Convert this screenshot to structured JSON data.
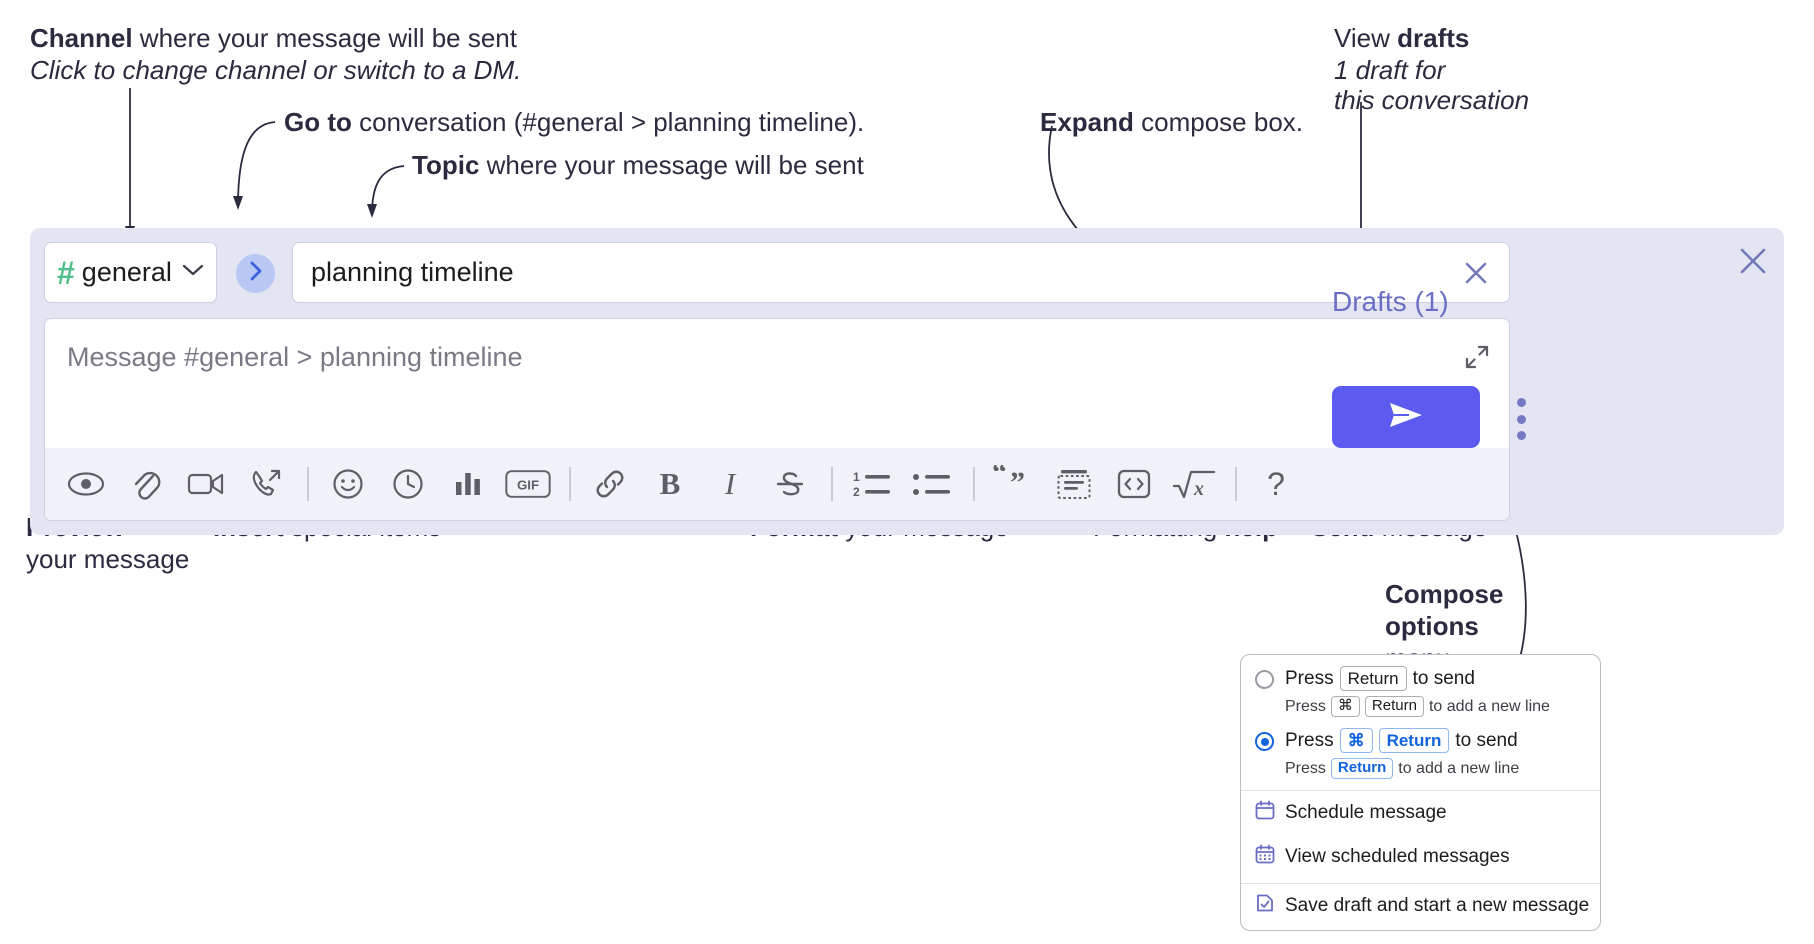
{
  "annotations": {
    "channel": {
      "line1_bold": "Channel",
      "line1_rest": " where your message will be sent",
      "line2_italic": "Click to change channel or switch to a DM."
    },
    "goto": {
      "bold": "Go to",
      "rest": " conversation (#general > planning timeline)."
    },
    "topic": {
      "bold": "Topic",
      "rest": " where your message will be sent"
    },
    "expand": {
      "bold": "Expand",
      "rest": " compose box."
    },
    "drafts": {
      "line1_rest": "View ",
      "line1_bold": "drafts",
      "line2_italic": "1 draft for",
      "line3_italic": "this conversation"
    },
    "preview": {
      "bold": "Preview",
      "line2": "your message"
    },
    "insert": {
      "bold": "Insert",
      "rest": " special items"
    },
    "format": {
      "bold": "Format",
      "rest": " your message"
    },
    "help": {
      "rest": "Formatting ",
      "bold": "help"
    },
    "send": {
      "bold": "Send",
      "rest": " message"
    },
    "compose_options": {
      "line1": "Compose",
      "line2": "options",
      "line3": "menu"
    }
  },
  "compose": {
    "channel": {
      "hash": "#",
      "name": "general",
      "chevron_icon": "chevron-down-icon"
    },
    "goto_button": {
      "icon": "chevron-right-icon"
    },
    "topic": {
      "value": "planning timeline",
      "clear_icon": "close-icon"
    },
    "message": {
      "placeholder": "Message #general > planning timeline",
      "expand_icon": "expand-icon"
    },
    "drafts_label": "Drafts (1)",
    "close_icon": "close-icon",
    "send_button": {
      "icon": "send-paper-plane-icon"
    },
    "kebab": {
      "icon": "more-vertical-icon"
    },
    "toolbar": [
      {
        "name": "preview-button",
        "icon": "eye-icon",
        "group": "preview"
      },
      {
        "name": "attach-file-button",
        "icon": "paperclip-icon",
        "group": "insert"
      },
      {
        "name": "video-clip-button",
        "icon": "video-camera-icon",
        "group": "insert"
      },
      {
        "name": "audio-clip-button",
        "icon": "phone-forward-icon",
        "group": "insert"
      },
      {
        "name": "emoji-button",
        "icon": "smiley-icon",
        "group": "insert2"
      },
      {
        "name": "schedule-button",
        "icon": "clock-icon",
        "group": "insert2"
      },
      {
        "name": "poll-button",
        "icon": "bar-chart-icon",
        "group": "insert2"
      },
      {
        "name": "gif-button",
        "icon": "gif-icon",
        "group": "insert2",
        "label": "GIF"
      },
      {
        "name": "link-button",
        "icon": "link-icon",
        "group": "format"
      },
      {
        "name": "bold-button",
        "icon": "bold-icon",
        "group": "format",
        "label": "B"
      },
      {
        "name": "italic-button",
        "icon": "italic-icon",
        "group": "format",
        "label": "I"
      },
      {
        "name": "strikethrough-button",
        "icon": "strikethrough-icon",
        "group": "format"
      },
      {
        "name": "ordered-list-button",
        "icon": "ordered-list-icon",
        "group": "format2"
      },
      {
        "name": "bulleted-list-button",
        "icon": "bulleted-list-icon",
        "group": "format2"
      },
      {
        "name": "blockquote-button",
        "icon": "blockquote-icon",
        "group": "format3"
      },
      {
        "name": "code-block-button",
        "icon": "code-block-icon",
        "group": "format3"
      },
      {
        "name": "code-button",
        "icon": "code-inline-icon",
        "group": "format3"
      },
      {
        "name": "math-button",
        "icon": "math-sqrt-icon",
        "group": "format3"
      },
      {
        "name": "formatting-help-button",
        "icon": "question-mark-icon",
        "group": "help",
        "label": "?"
      }
    ]
  },
  "compose_menu": {
    "option_return": {
      "selected": false,
      "main_pre": "Press",
      "main_key": "Return",
      "main_post": "to send",
      "sub_pre": "Press",
      "sub_key1": "⌘",
      "sub_key2": "Return",
      "sub_post": "to add a new line"
    },
    "option_cmd_return": {
      "selected": true,
      "main_pre": "Press",
      "main_key1": "⌘",
      "main_key2": "Return",
      "main_post": "to send",
      "sub_pre": "Press",
      "sub_key": "Return",
      "sub_post": "to add a new line"
    },
    "items": [
      {
        "label": "Schedule message",
        "icon": "calendar-icon"
      },
      {
        "label": "View scheduled messages",
        "icon": "calendar-grid-icon"
      },
      {
        "label": "Save draft and start a new message",
        "icon": "save-draft-icon"
      }
    ]
  },
  "colors": {
    "compose_bg": "#e3e5f2",
    "send_purple": "#5b5bf0",
    "hash_green": "#51bd88",
    "link_purple": "#6a6ec4",
    "accent_blue": "#1264dd",
    "toolbar_bg": "#f1f2f7"
  }
}
